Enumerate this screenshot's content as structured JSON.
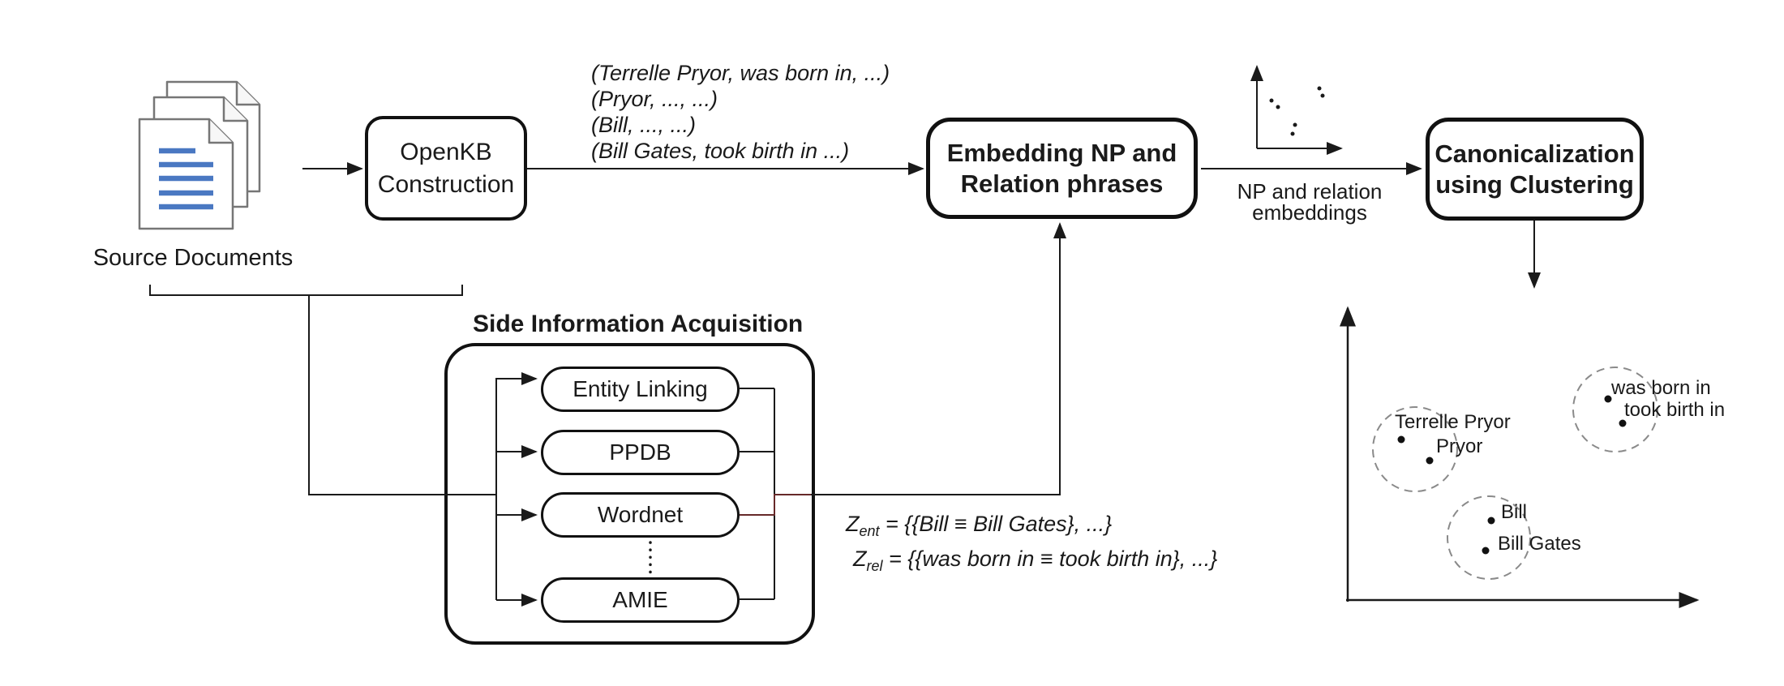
{
  "diagram": {
    "source_documents": {
      "label": "Source Documents"
    },
    "openkb_box": {
      "line1": "OpenKB",
      "line2": "Construction"
    },
    "triples": [
      "(Terrelle Pryor, was born in, ...)",
      "(Pryor, ..., ...)",
      "(Bill, ..., ...)",
      "(Bill Gates, took birth in ...)"
    ],
    "embedding_box": {
      "line1": "Embedding NP and",
      "line2": "Relation phrases"
    },
    "embeddings_arrow_label": {
      "line1": "NP and relation",
      "line2": "embeddings"
    },
    "canonicalization_box": {
      "line1": "Canonicalization",
      "line2": "using Clustering"
    },
    "side_information": {
      "title": "Side Information Acquisition",
      "modules": [
        "Entity Linking",
        "PPDB",
        "Wordnet",
        "AMIE"
      ]
    },
    "side_info_outputs": {
      "ent": {
        "prefix": "Z",
        "sub": "ent",
        "value": " = {{Bill ≡ Bill Gates}, ...}"
      },
      "rel": {
        "prefix": "Z",
        "sub": "rel",
        "value": " = {{was born in ≡ took birth in}, ...}"
      }
    },
    "clusters": {
      "np1": {
        "labels": [
          "Terrelle Pryor",
          "Pryor"
        ]
      },
      "np2": {
        "labels": [
          "Bill",
          "Bill Gates"
        ]
      },
      "rel": {
        "labels": [
          "was born in",
          "took birth in"
        ]
      }
    },
    "colors": {
      "line_black": "#1a1a1a",
      "doc_gray": "#767676",
      "accent_blue": "#4a78c2",
      "dashed_gray": "#8a8a8a",
      "maroon": "#662929"
    }
  }
}
